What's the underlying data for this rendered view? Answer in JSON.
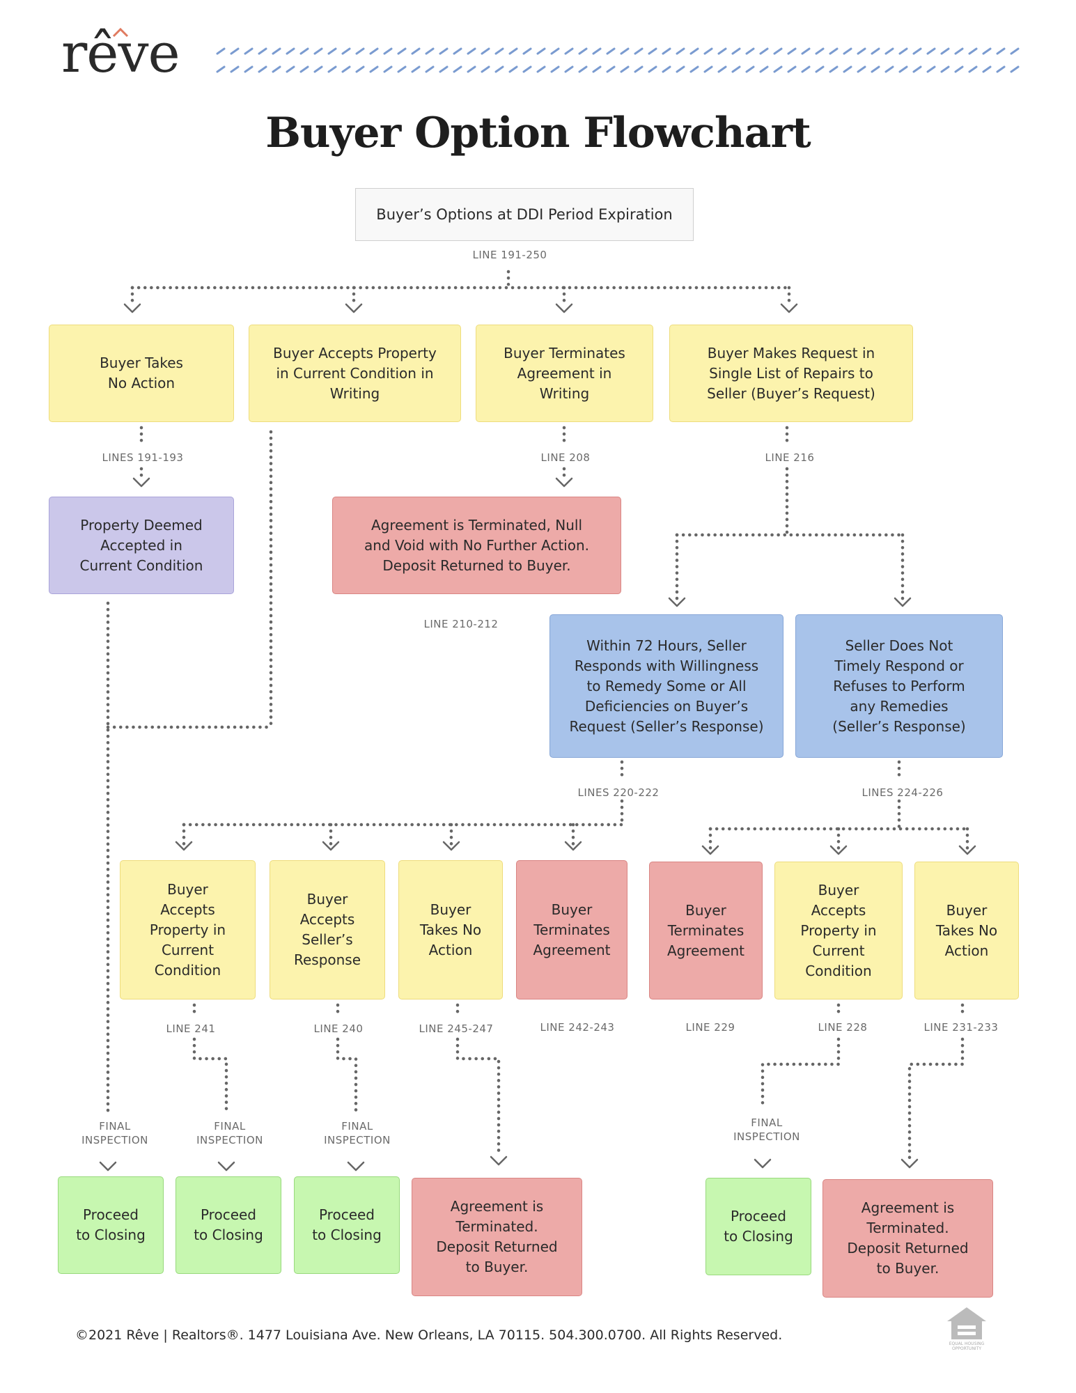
{
  "brand": {
    "logo": "rêve"
  },
  "title": "Buyer Option Flowchart",
  "nodes": {
    "root": "Buyer’s Options at DDI Period Expiration",
    "no_action": "Buyer Takes\nNo Action",
    "accepts": "Buyer Accepts Property\nin Current Condition in\nWriting",
    "terminates": "Buyer Terminates\nAgreement in\nWriting",
    "request": "Buyer Makes Request in\nSingle List of Repairs to\nSeller (Buyer’s Request)",
    "deemed": "Property Deemed\nAccepted in\nCurrent Condition",
    "terminated_void": "Agreement is Terminated, Null\nand Void with No Further Action.\nDeposit Returned to Buyer.",
    "seller_responds": "Within 72 Hours, Seller\nResponds with Willingness\nto Remedy Some or All\nDeficiencies on Buyer’s\nRequest (Seller’s Response)",
    "seller_no": "Seller Does Not\nTimely Respond or\nRefuses to Perform\nany Remedies\n(Seller’s Response)",
    "a1": "Buyer\nAccepts\nProperty in\nCurrent\nCondition",
    "a2": "Buyer\nAccepts\nSeller’s\nResponse",
    "a3": "Buyer\nTakes No\nAction",
    "a4": "Buyer\nTerminates\nAgreement",
    "b1": "Buyer\nTerminates\nAgreement",
    "b2": "Buyer\nAccepts\nProperty in\nCurrent\nCondition",
    "b3": "Buyer\nTakes No\nAction",
    "close1": "Proceed\nto Closing",
    "close2": "Proceed\nto Closing",
    "close3": "Proceed\nto Closing",
    "term_a": "Agreement is\nTerminated.\nDeposit Returned\nto Buyer.",
    "close4": "Proceed\nto Closing",
    "term_b": "Agreement is\nTerminated.\nDeposit Returned\nto Buyer."
  },
  "labels": {
    "l_root": "LINE 191-250",
    "l_noaction": "LINES 191-193",
    "l_208": "LINE 208",
    "l_216": "LINE 216",
    "l_210": "LINE 210-212",
    "l_220": "LINES 220-222",
    "l_224": "LINES 224-226",
    "l_241": "LINE 241",
    "l_240": "LINE 240",
    "l_245": "LINE 245-247",
    "l_242": "LINE 242-243",
    "l_229": "LINE 229",
    "l_228": "LINE 228",
    "l_231": "LINE 231-233",
    "fi1": "FINAL\nINSPECTION",
    "fi2": "FINAL\nINSPECTION",
    "fi3": "FINAL\nINSPECTION",
    "fi4": "FINAL\nINSPECTION"
  },
  "footer": "©2021 Rêve | Realtors®. 1477 Louisiana Ave. New Orleans, LA 70115. 504.300.0700. All Rights Reserved.",
  "equal_housing": "EQUAL HOUSING\nOPPORTUNITY",
  "colors": {
    "yellow": "#fcf3ad",
    "purple": "#cbc7ea",
    "red": "#edaaa8",
    "blue": "#a8c3ea",
    "green": "#c7f7b0",
    "accent_blue": "#7a9bd0",
    "accent_coral": "#e07a5f"
  }
}
